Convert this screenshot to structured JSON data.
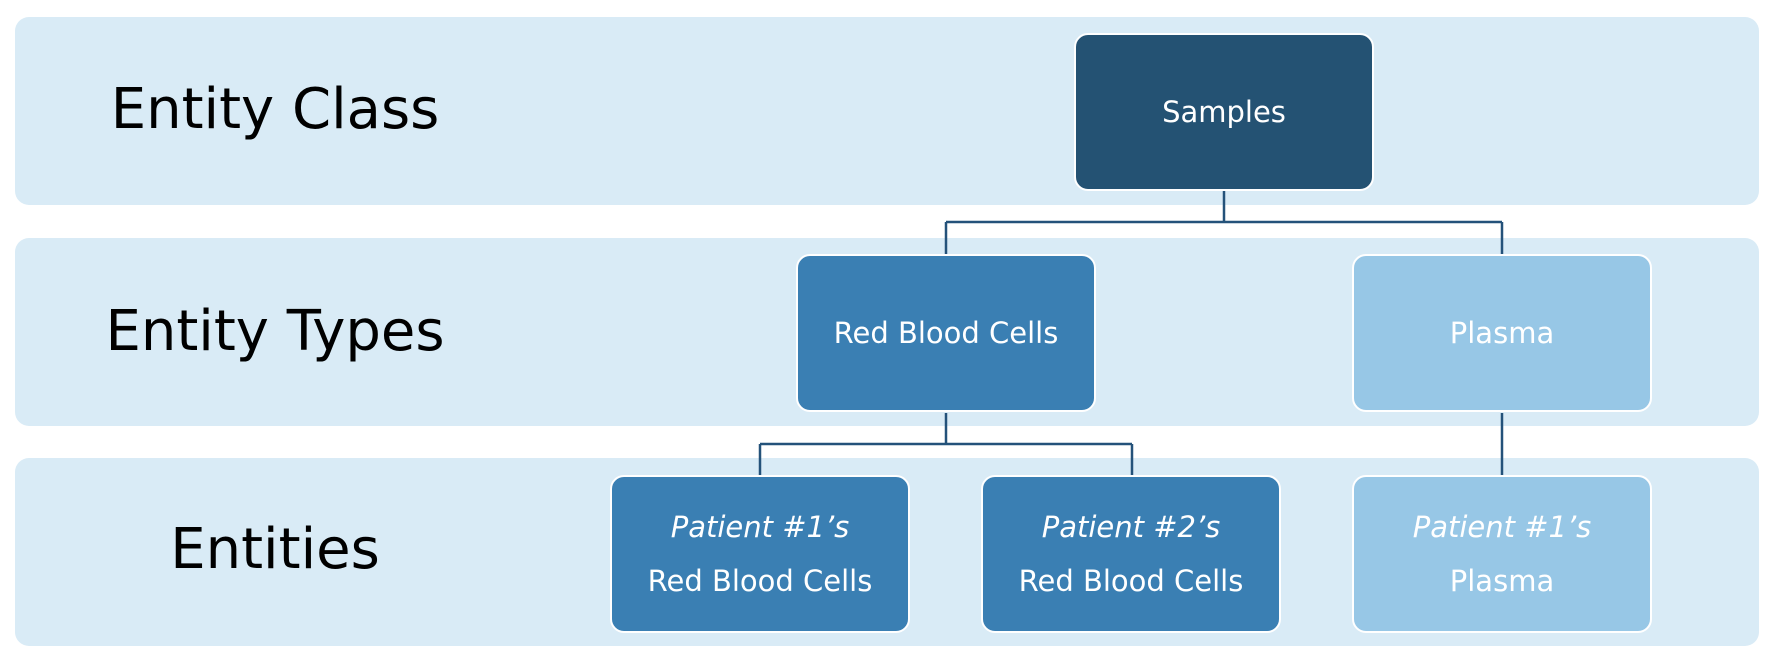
{
  "rows": {
    "class_label": "Entity Class",
    "types_label": "Entity Types",
    "entities_label": "Entities"
  },
  "nodes": {
    "samples": "Samples",
    "rbc": "Red Blood Cells",
    "plasma": "Plasma",
    "p1_rbc": {
      "line1": "Patient #1’s",
      "line2": "Red Blood Cells"
    },
    "p2_rbc": {
      "line1": "Patient #2’s",
      "line2": "Red Blood Cells"
    },
    "p1_plasma": {
      "line1": "Patient #1’s",
      "line2": "Plasma"
    }
  },
  "colors": {
    "band": "#d9ebf6",
    "class_node": "#245273",
    "type_node_dark": "#3a7fb3",
    "type_node_light": "#97c7e6",
    "connector": "#24527a"
  }
}
